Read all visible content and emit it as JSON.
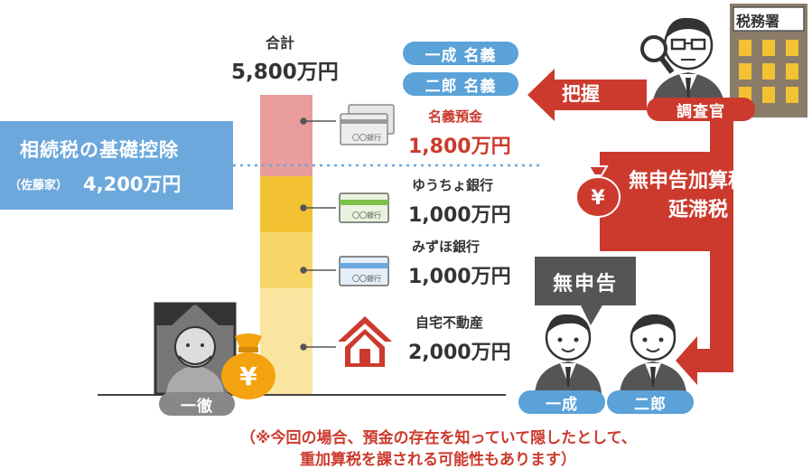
{
  "total": {
    "label": "合計",
    "amount": "5,800万円"
  },
  "deduction": {
    "title": "相続税の基礎控除",
    "sub": "（佐藤家）",
    "amount": "4,200万円"
  },
  "assets": [
    {
      "name": "名義預金",
      "amount": "1,800万円",
      "icon": "bankbook-stack-icon",
      "color": "#e89c9c",
      "card_text": "〇〇銀行"
    },
    {
      "name": "ゆうちょ銀行",
      "amount": "1,000万円",
      "icon": "bankbook-green-icon",
      "color": "#f2c233",
      "card_text": "〇〇銀行"
    },
    {
      "name": "みずほ銀行",
      "amount": "1,000万円",
      "icon": "bankbook-blue-icon",
      "color": "#f7d566",
      "card_text": "〇〇銀行"
    },
    {
      "name": "自宅不動産",
      "amount": "2,000万円",
      "icon": "house-icon",
      "color": "#fae5a0"
    }
  ],
  "name_pills": {
    "first": "一成 名義",
    "second": "二郎 名義"
  },
  "grasp_label": "把握",
  "tax_office": {
    "sign": "税務署",
    "inspector": "調査官"
  },
  "penalty": {
    "line1": "無申告加算税",
    "line2": "延滞税",
    "yen": "¥"
  },
  "no_filing": "無申告",
  "people": {
    "deceased": "一徹",
    "son1": "一成",
    "son2": "二郎"
  },
  "note": {
    "line1": "（※今回の場合、預金の存在を知っていて隠したとして、",
    "line2": "重加算税を課される可能性もあります）"
  },
  "colors": {
    "accent_blue": "#5aa2d8",
    "deduction_blue": "#6ca8dc",
    "red": "#cc3a2e",
    "bar_red": "#e89c9c",
    "bar_orange": "#f2c233",
    "bar_yellow": "#f7d566",
    "bar_light": "#fae5a0",
    "gold": "#f2a30f",
    "gray_dark": "#555555"
  }
}
